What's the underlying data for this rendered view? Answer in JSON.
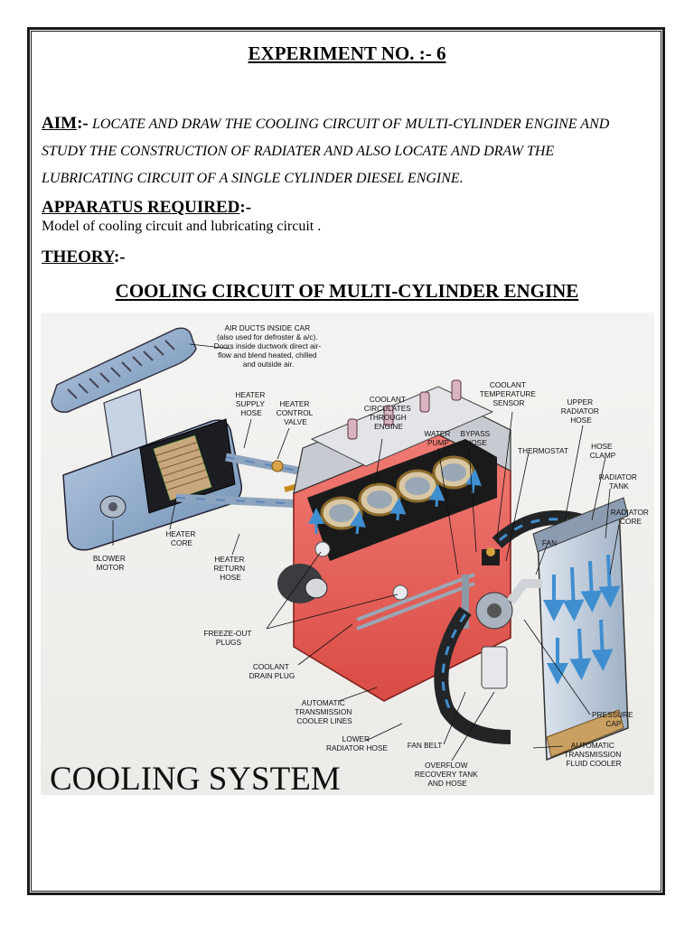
{
  "title": "EXPERIMENT NO. :- 6",
  "aim": {
    "label": "AIM",
    "sep": ":-",
    "text": "LOCATE AND DRAW THE COOLING CIRCUIT OF MULTI-CYLINDER ENGINE AND STUDY THE CONSTRUCTION OF RADIATER AND ALSO LOCATE AND DRAW THE LUBRICATING CIRCUIT OF A SINGLE CYLINDER DIESEL ENGINE."
  },
  "apparatus": {
    "label": "APPARATUS  REQUIRED",
    "sep": ":-",
    "text": "Model of cooling circuit and lubricating circuit ."
  },
  "theory": {
    "label": "THEORY",
    "sep": ":-"
  },
  "section_title": "COOLING CIRCUIT OF MULTI-CYLINDER ENGINE",
  "diagram": {
    "caption": "COOLING SYSTEM",
    "labels": {
      "air_ducts": [
        "AIR DUCTS INSIDE CAR",
        "(also used for defroster & a/c).",
        "Doors inside ductwork direct air-",
        "flow and blend heated, chilled",
        "and outside air."
      ],
      "heater_supply_hose": [
        "HEATER",
        "SUPPLY",
        "HOSE"
      ],
      "heater_control_valve": [
        "HEATER",
        "CONTROL",
        "VALVE"
      ],
      "coolant_circulates": [
        "COOLANT",
        "CIRCULATES",
        "THROUGH",
        "ENGINE"
      ],
      "coolant_temp_sensor": [
        "COOLANT",
        "TEMPERATURE",
        "SENSOR"
      ],
      "upper_radiator_hose": [
        "UPPER",
        "RADIATOR",
        "HOSE"
      ],
      "water_pump": [
        "WATER",
        "PUMP"
      ],
      "bypass_hose": [
        "BYPASS",
        "HOSE"
      ],
      "thermostat": [
        "THERMOSTAT"
      ],
      "hose_clamp": [
        "HOSE",
        "CLAMP"
      ],
      "radiator_tank": [
        "RADIATOR",
        "TANK"
      ],
      "radiator_core": [
        "RADIATOR",
        "CORE"
      ],
      "fan": [
        "FAN"
      ],
      "heater_core": [
        "HEATER",
        "CORE"
      ],
      "blower_motor": [
        "BLOWER",
        "MOTOR"
      ],
      "heater_return_hose": [
        "HEATER",
        "RETURN",
        "HOSE"
      ],
      "freeze_out_plugs": [
        "FREEZE-OUT",
        "PLUGS"
      ],
      "coolant_drain_plug": [
        "COOLANT",
        "DRAIN PLUG"
      ],
      "auto_trans_cooler_lines": [
        "AUTOMATIC",
        "TRANSMISSION",
        "COOLER LINES"
      ],
      "lower_radiator_hose": [
        "LOWER",
        "RADIATOR HOSE"
      ],
      "fan_belt": [
        "FAN BELT"
      ],
      "overflow_tank": [
        "OVERFLOW",
        "RECOVERY TANK",
        "AND HOSE"
      ],
      "pressure_cap": [
        "PRESSURE",
        "CAP"
      ],
      "auto_trans_fluid_cooler": [
        "AUTOMATIC",
        "TRANSMISSION",
        "FLUID COOLER"
      ]
    }
  }
}
